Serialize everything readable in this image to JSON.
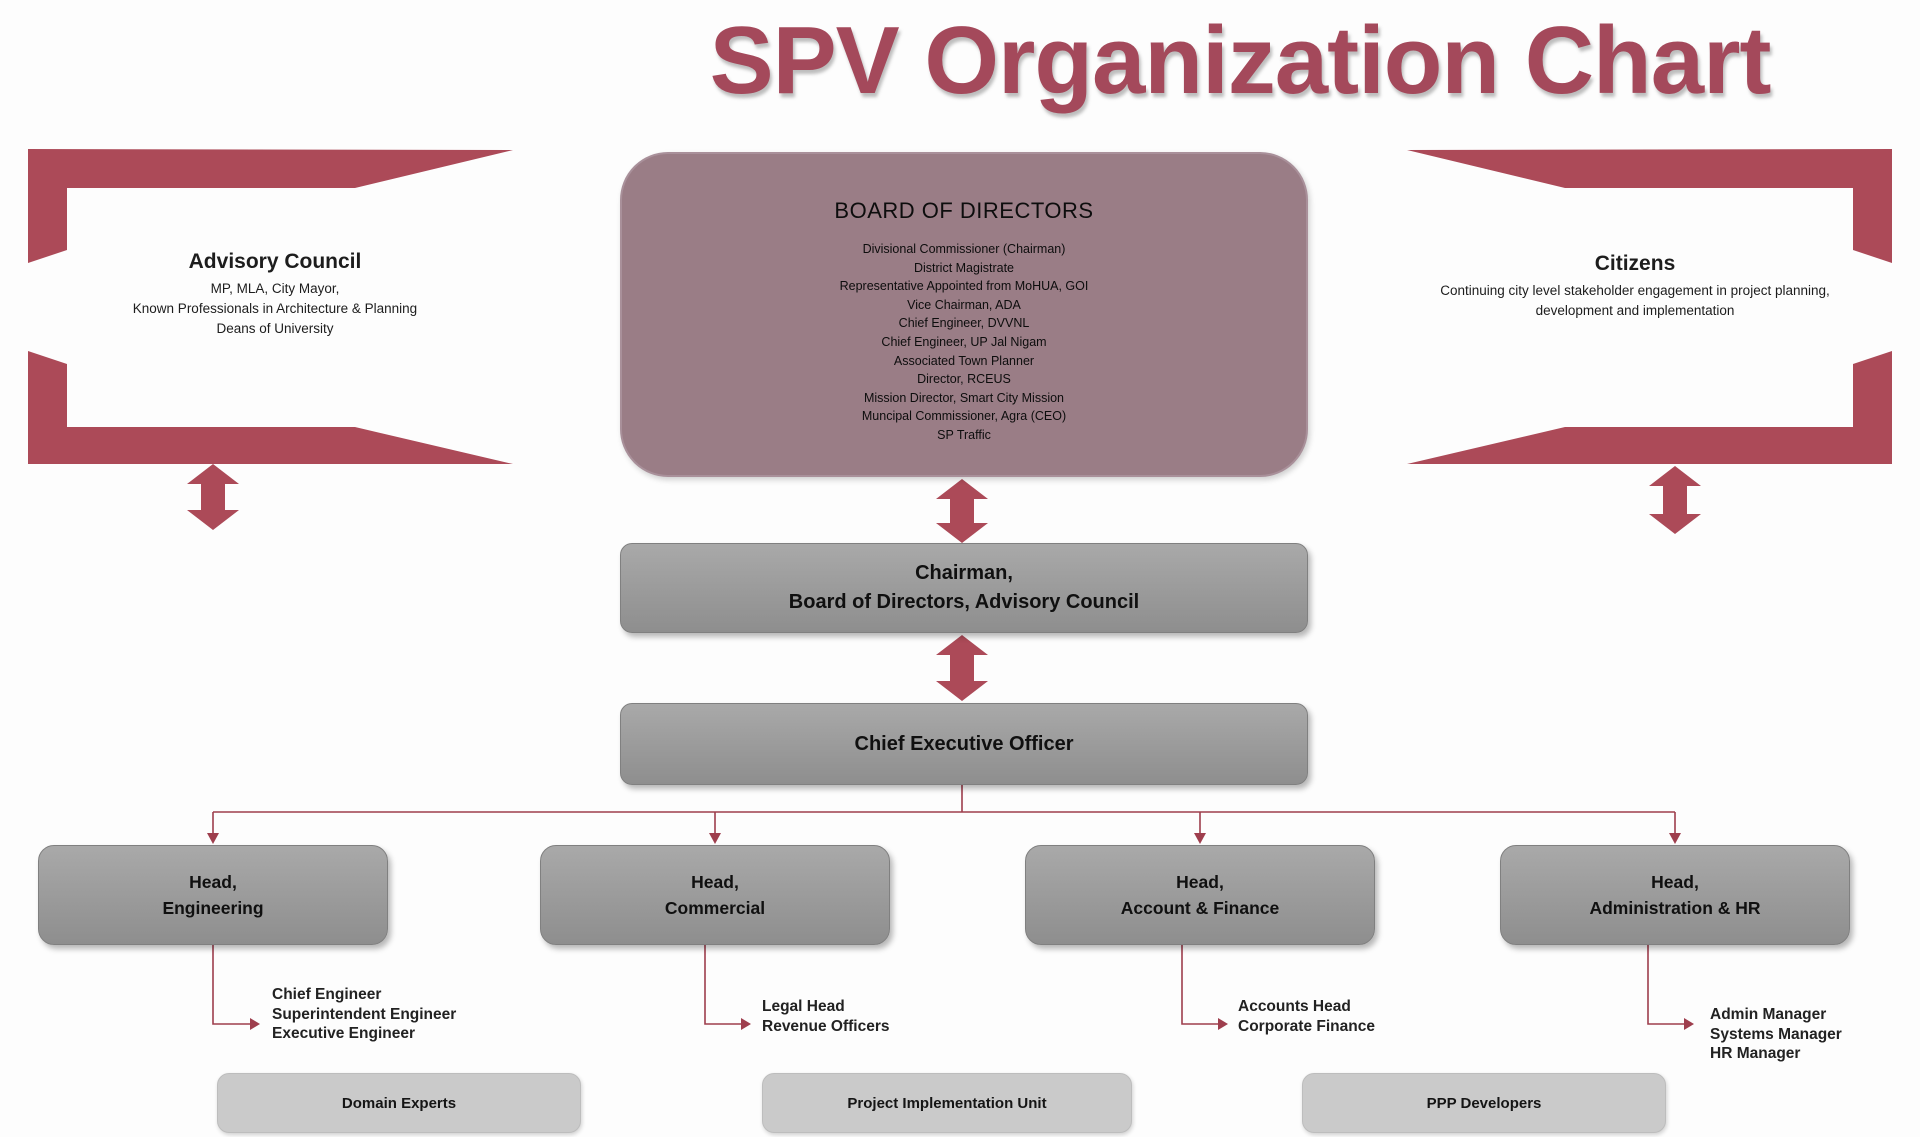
{
  "title": "SPV Organization Chart",
  "advisory": {
    "title": "Advisory Council",
    "lines": [
      "MP, MLA,  City Mayor,",
      "Known Professionals in Architecture & Planning",
      "Deans of University"
    ]
  },
  "citizens": {
    "title": "Citizens",
    "lines": [
      "Continuing city level stakeholder engagement  in project planning,",
      "development  and implementation"
    ]
  },
  "board": {
    "title": "BOARD OF DIRECTORS",
    "members": [
      "Divisional Commissioner (Chairman)",
      "District Magistrate",
      "Representative Appointed from MoHUA, GOI",
      "Vice Chairman, ADA",
      "Chief Engineer, DVVNL",
      "Chief Engineer, UP Jal Nigam",
      "Associated Town Planner",
      "Director, RCEUS",
      "Mission Director, Smart City Mission",
      "Muncipal Commissioner, Agra (CEO)",
      "SP Traffic"
    ]
  },
  "chairman": {
    "lines": [
      "Chairman,",
      "Board of Directors, Advisory Council"
    ]
  },
  "ceo": {
    "label": "Chief Executive Officer"
  },
  "heads": [
    {
      "lines": [
        "Head,",
        "Engineering"
      ],
      "staff": [
        "Chief Engineer",
        "Superintendent Engineer",
        "Executive Engineer"
      ]
    },
    {
      "lines": [
        "Head,",
        "Commercial"
      ],
      "staff": [
        "Legal Head",
        "Revenue Officers"
      ]
    },
    {
      "lines": [
        "Head,",
        "Account & Finance"
      ],
      "staff": [
        "Accounts Head",
        "Corporate Finance"
      ]
    },
    {
      "lines": [
        "Head,",
        "Administration & HR"
      ],
      "staff": [
        "Admin Manager",
        "Systems Manager",
        "HR Manager"
      ]
    }
  ],
  "bottom_boxes": [
    "Domain Experts",
    "Project Implementation Unit",
    "PPP Developers"
  ],
  "colors": {
    "accent_red": "#ac4a58",
    "title_red": "#a4495b",
    "connector_red": "#9e3e4d",
    "board_fill": "#9a7d86",
    "box_gray": "#999999",
    "bottom_box_gray": "#cacaca"
  }
}
